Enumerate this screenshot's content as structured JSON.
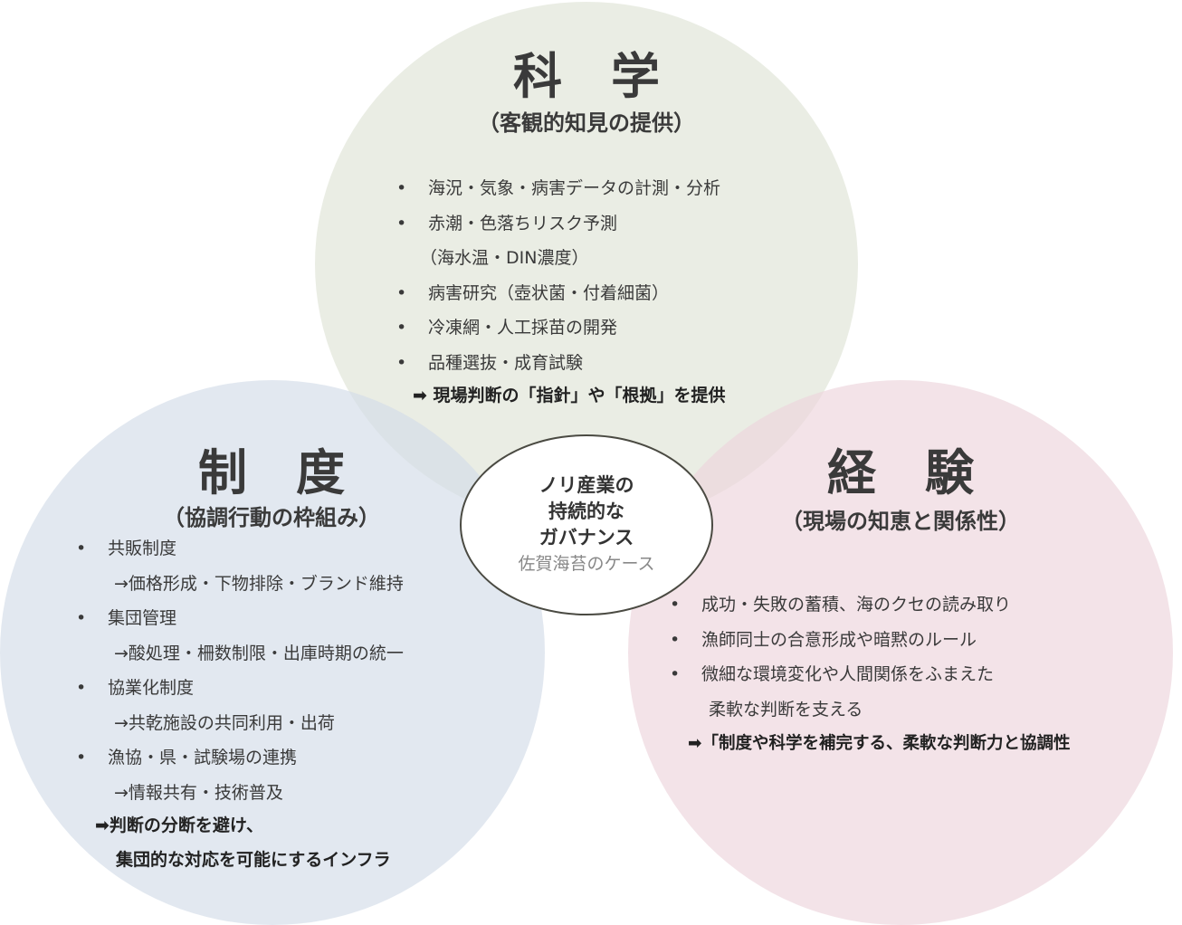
{
  "science": {
    "title": "科　学",
    "subtitle": "（客観的知見の提供）",
    "items": [
      {
        "bullet": "•",
        "text": "海況・気象・病害データの計測・分析"
      },
      {
        "bullet": "•",
        "text": "赤潮・色落ちリスク予測"
      },
      {
        "bullet": "",
        "text": "（海水温・DIN濃度）"
      },
      {
        "bullet": "•",
        "text": "病害研究（壺状菌・付着細菌）"
      },
      {
        "bullet": "•",
        "text": "冷凍網・人工採苗の開発"
      },
      {
        "bullet": "•",
        "text": "品種選抜・成育試験"
      }
    ],
    "conclusion": "➡ 現場判断の「指針」や「根拠」を提供"
  },
  "system": {
    "title": "制　度",
    "subtitle": "（協調行動の枠組み）",
    "items": [
      {
        "bullet": "•",
        "text": "共販制度"
      },
      {
        "bullet": "",
        "text": "→価格形成・下物排除・ブランド維持"
      },
      {
        "bullet": "•",
        "text": "集団管理"
      },
      {
        "bullet": "",
        "text": "→酸処理・柵数制限・出庫時期の統一"
      },
      {
        "bullet": "•",
        "text": "協業化制度"
      },
      {
        "bullet": "",
        "text": "→共乾施設の共同利用・出荷"
      },
      {
        "bullet": "•",
        "text": "漁協・県・試験場の連携"
      },
      {
        "bullet": "",
        "text": "→情報共有・技術普及"
      }
    ],
    "conclusion_1": "➡判断の分断を避け、",
    "conclusion_2": "集団的な対応を可能にするインフラ"
  },
  "experience": {
    "title": "経　験",
    "subtitle": "（現場の知恵と関係性）",
    "items": [
      {
        "bullet": "•",
        "text": "成功・失敗の蓄積、海のクセの読み取り"
      },
      {
        "bullet": "•",
        "text": "漁師同士の合意形成や暗黙のルール"
      },
      {
        "bullet": "•",
        "text": "微細な環境変化や人間関係をふまえた"
      },
      {
        "bullet": "",
        "text": "柔軟な判断を支える"
      }
    ],
    "conclusion": "➡「制度や科学を補完する、柔軟な判断力と協調性"
  },
  "center": {
    "line1": "ノリ産業の",
    "line2": "持続的な",
    "line3": "ガバナンス",
    "caption": "佐賀海苔のケース"
  },
  "colors": {
    "science_fill": "#dfe4d6",
    "system_fill": "#d3dce8",
    "experience_fill": "#eddcdc",
    "center_border": "#4a4a42"
  }
}
